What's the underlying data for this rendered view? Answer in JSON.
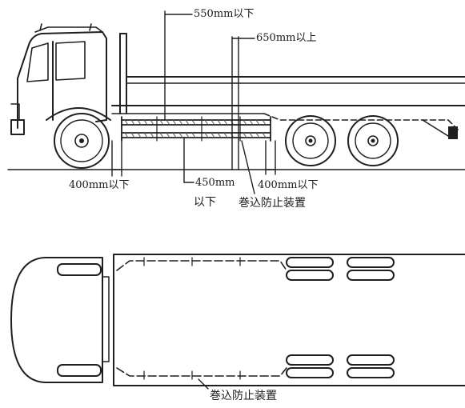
{
  "side_view": {
    "labels": {
      "max_rear_gap": "550mm以下",
      "min_side_gap": "650mm以上",
      "max_front_gap": "400mm以下",
      "max_ground_clearance": "450mm",
      "max_ground_clearance_suffix": "以下",
      "max_rear_front_gap": "400mm以下",
      "device_name": "巻込防止装置"
    }
  },
  "top_view": {
    "labels": {
      "device_name": "巻込防止装置"
    }
  },
  "colors": {
    "ink": "#1f1f1f",
    "hatch": "#555555",
    "background": "#ffffff"
  }
}
